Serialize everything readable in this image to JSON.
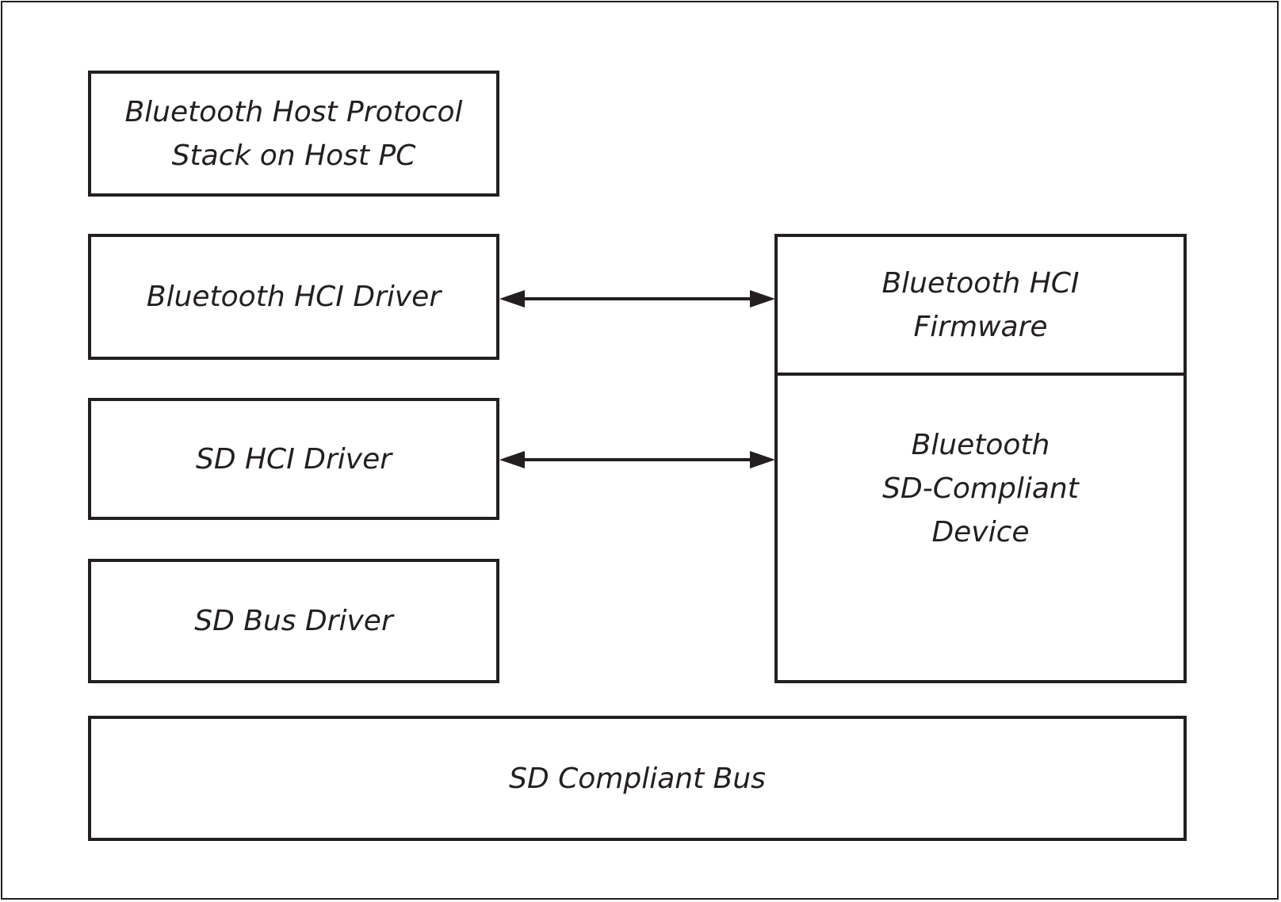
{
  "diagram": {
    "boxes": {
      "host_stack": [
        "Bluetooth Host Protocol",
        "Stack on Host PC"
      ],
      "hci_driver": [
        "Bluetooth HCI Driver"
      ],
      "sd_hci_driver": [
        "SD HCI Driver"
      ],
      "sd_bus_driver": [
        "SD Bus Driver"
      ],
      "hci_firmware": [
        "Bluetooth HCI",
        "Firmware"
      ],
      "sd_device": [
        "Bluetooth",
        "SD-Compliant",
        "Device"
      ],
      "sd_compliant_bus": [
        "SD Compliant Bus"
      ]
    },
    "connections": [
      {
        "from": "hci_driver",
        "to": "hci_firmware",
        "direction": "bidirectional"
      },
      {
        "from": "sd_hci_driver",
        "to": "sd_device",
        "direction": "bidirectional"
      }
    ],
    "colors": {
      "stroke": "#231f20",
      "background": "#ffffff"
    }
  }
}
